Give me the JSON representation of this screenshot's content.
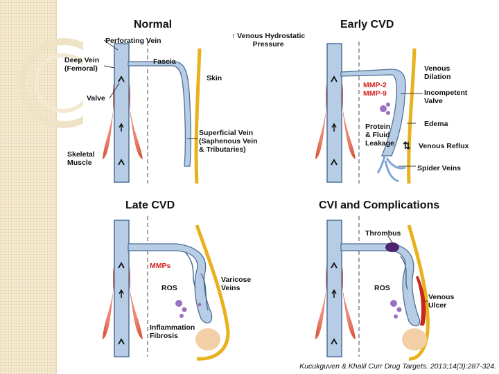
{
  "panels": {
    "normal": {
      "title": "Normal",
      "labels": {
        "perforating_vein": "Perforating Vein",
        "deep_vein": "Deep Vein\n(Femoral)",
        "fascia": "Fascia",
        "skin": "Skin",
        "valve": "Valve",
        "superficial_vein": "Superficial Vein\n(Saphenous Vein\n& Tributaries)",
        "skeletal_muscle": "Skeletal\nMuscle"
      }
    },
    "center": {
      "pressure_label": "↑ Venous Hydrostatic\nPressure"
    },
    "early": {
      "title": "Early CVD",
      "labels": {
        "venous_dilation": "Venous\nDilation",
        "mmp": "MMP-2\nMMP-9",
        "incompetent_valve": "Incompetent\nValve",
        "edema": "Edema",
        "protein_leakage": "Protein\n& Fluid\nLeakage",
        "venous_reflux": "Venous Reflux",
        "spider_veins": "Spider Veins"
      }
    },
    "late": {
      "title": "Late CVD",
      "labels": {
        "mmps": "MMPs",
        "ros": "ROS",
        "varicose_veins": "Varicose\nVeins",
        "inflammation": "Inflammation\nFibrosis"
      }
    },
    "cvi": {
      "title": "CVI and  Complications",
      "labels": {
        "thrombus": "Thrombus",
        "ros": "ROS",
        "venous_ulcer": "Venous\nUlcer"
      }
    }
  },
  "citation": "Kucukguven &  Khalil Curr Drug Targets. 2013;14(3):287-324.",
  "colors": {
    "vein_fill": "#b7cde6",
    "vein_stroke": "#4d6f96",
    "muscle": "#e06a52",
    "skin": "#e8b21e",
    "accent_red": "#d42020",
    "ulcer": "#c8281c",
    "cell": "#9c6fc0",
    "thrombus": "#4b2470",
    "fibrosis": "#f2cfa6"
  }
}
